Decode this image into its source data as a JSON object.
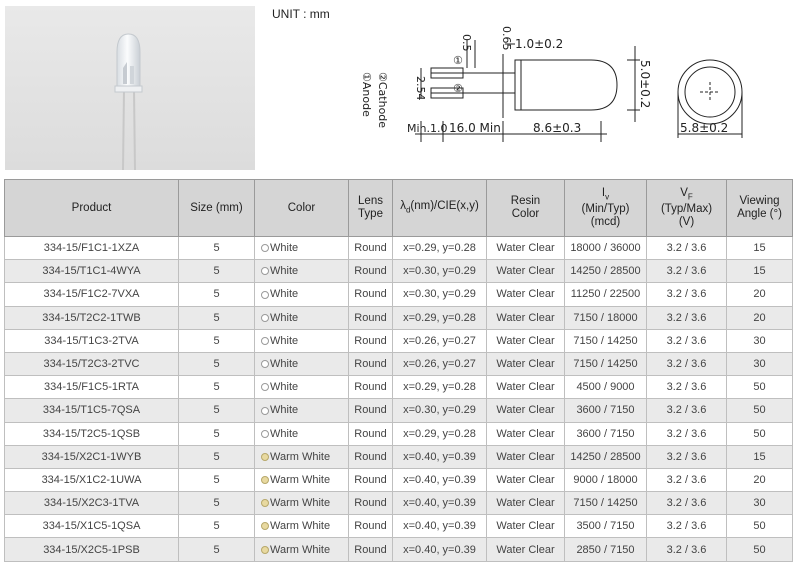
{
  "unit_label": "UNIT : mm",
  "drawing": {
    "lead_spacing": "1.0±0.2",
    "pin_width": "0.5",
    "pin_offset": "0.65",
    "body_height": "5.0±0.2",
    "lead_pitch": "2.54",
    "min_1": "Min.1.0",
    "lead_length": "16.0 Min",
    "body_length": "8.6±0.3",
    "diameter": "5.8±0.2",
    "anode_label": "Anode",
    "cathode_label": "Cathode",
    "anode_mark": "①",
    "cathode_mark": "②"
  },
  "headers": {
    "product": "Product",
    "size": "Size (mm)",
    "color": "Color",
    "lens_1": "Lens",
    "lens_2": "Type",
    "lambda_sym": "λ",
    "lambda_sub": "d",
    "lambda_rest": "(nm)/CIE(x,y)",
    "resin_1": "Resin",
    "resin_2": "Color",
    "iv_sym": "I",
    "iv_sub": "v",
    "iv_2": "(Min/Typ)",
    "iv_3": "(mcd)",
    "vf_sym": "V",
    "vf_sub": "F",
    "vf_2": "(Typ/Max)",
    "vf_3": "(V)",
    "angle_1": "Viewing",
    "angle_2": "Angle (°)"
  },
  "rows": [
    {
      "product": "334-15/F1C1-1XZA",
      "size": "5",
      "color": "White",
      "color_type": "white",
      "lens": "Round",
      "cie": "x=0.29, y=0.28",
      "resin": "Water Clear",
      "iv": "18000 / 36000",
      "vf": "3.2 / 3.6",
      "angle": "15"
    },
    {
      "product": "334-15/T1C1-4WYA",
      "size": "5",
      "color": "White",
      "color_type": "white",
      "lens": "Round",
      "cie": "x=0.30, y=0.29",
      "resin": "Water Clear",
      "iv": "14250 / 28500",
      "vf": "3.2 / 3.6",
      "angle": "15"
    },
    {
      "product": "334-15/F1C2-7VXA",
      "size": "5",
      "color": "White",
      "color_type": "white",
      "lens": "Round",
      "cie": "x=0.30, y=0.29",
      "resin": "Water Clear",
      "iv": "11250 / 22500",
      "vf": "3.2 / 3.6",
      "angle": "20"
    },
    {
      "product": "334-15/T2C2-1TWB",
      "size": "5",
      "color": "White",
      "color_type": "white",
      "lens": "Round",
      "cie": "x=0.29, y=0.28",
      "resin": "Water Clear",
      "iv": "7150 / 18000",
      "vf": "3.2 / 3.6",
      "angle": "20"
    },
    {
      "product": "334-15/T1C3-2TVA",
      "size": "5",
      "color": "White",
      "color_type": "white",
      "lens": "Round",
      "cie": "x=0.26, y=0.27",
      "resin": "Water Clear",
      "iv": "7150 / 14250",
      "vf": "3.2 / 3.6",
      "angle": "30"
    },
    {
      "product": "334-15/T2C3-2TVC",
      "size": "5",
      "color": "White",
      "color_type": "white",
      "lens": "Round",
      "cie": "x=0.26, y=0.27",
      "resin": "Water Clear",
      "iv": "7150 / 14250",
      "vf": "3.2 / 3.6",
      "angle": "30"
    },
    {
      "product": "334-15/F1C5-1RTA",
      "size": "5",
      "color": "White",
      "color_type": "white",
      "lens": "Round",
      "cie": "x=0.29, y=0.28",
      "resin": "Water Clear",
      "iv": "4500 / 9000",
      "vf": "3.2 / 3.6",
      "angle": "50"
    },
    {
      "product": "334-15/T1C5-7QSA",
      "size": "5",
      "color": "White",
      "color_type": "white",
      "lens": "Round",
      "cie": "x=0.30, y=0.29",
      "resin": "Water Clear",
      "iv": "3600 / 7150",
      "vf": "3.2 / 3.6",
      "angle": "50"
    },
    {
      "product": "334-15/T2C5-1QSB",
      "size": "5",
      "color": "White",
      "color_type": "white",
      "lens": "Round",
      "cie": "x=0.29, y=0.28",
      "resin": "Water Clear",
      "iv": "3600 / 7150",
      "vf": "3.2 / 3.6",
      "angle": "50"
    },
    {
      "product": "334-15/X2C1-1WYB",
      "size": "5",
      "color": "Warm White",
      "color_type": "warm",
      "lens": "Round",
      "cie": "x=0.40, y=0.39",
      "resin": "Water Clear",
      "iv": "14250 / 28500",
      "vf": "3.2 / 3.6",
      "angle": "15"
    },
    {
      "product": "334-15/X1C2-1UWA",
      "size": "5",
      "color": "Warm White",
      "color_type": "warm",
      "lens": "Round",
      "cie": "x=0.40, y=0.39",
      "resin": "Water Clear",
      "iv": "9000 / 18000",
      "vf": "3.2 / 3.6",
      "angle": "20"
    },
    {
      "product": "334-15/X2C3-1TVA",
      "size": "5",
      "color": "Warm White",
      "color_type": "warm",
      "lens": "Round",
      "cie": "x=0.40, y=0.39",
      "resin": "Water Clear",
      "iv": "7150 / 14250",
      "vf": "3.2 / 3.6",
      "angle": "30"
    },
    {
      "product": "334-15/X1C5-1QSA",
      "size": "5",
      "color": "Warm White",
      "color_type": "warm",
      "lens": "Round",
      "cie": "x=0.40, y=0.39",
      "resin": "Water Clear",
      "iv": "3500 / 7150",
      "vf": "3.2 / 3.6",
      "angle": "50"
    },
    {
      "product": "334-15/X2C5-1PSB",
      "size": "5",
      "color": "Warm White",
      "color_type": "warm",
      "lens": "Round",
      "cie": "x=0.40, y=0.39",
      "resin": "Water Clear",
      "iv": "2850 / 7150",
      "vf": "3.2 / 3.6",
      "angle": "50"
    }
  ]
}
